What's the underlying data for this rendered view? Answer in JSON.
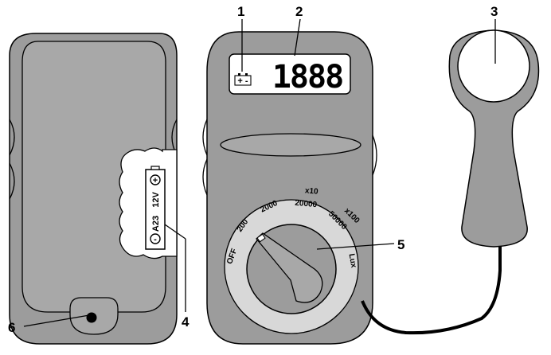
{
  "callouts": {
    "c1": "1",
    "c2": "2",
    "c3": "3",
    "c4": "4",
    "c5": "5",
    "c6": "6"
  },
  "display": {
    "digits": "1888",
    "battery_symbol": "+ -"
  },
  "battery": {
    "model": "A23",
    "voltage": "12V",
    "plus": "+",
    "minus": "-"
  },
  "dial": {
    "off": "OFF",
    "r200": "200",
    "r2000": "2000",
    "r20000": "20000",
    "x10": "x10",
    "x100": "x100",
    "r50000": "50000",
    "unit": "Lux"
  },
  "colors": {
    "body_gray": "#9c9c9c",
    "panel_gray": "#a8a8a8",
    "dial_ring": "#d8d8d8",
    "outline": "#000000",
    "window_white": "#ffffff"
  }
}
